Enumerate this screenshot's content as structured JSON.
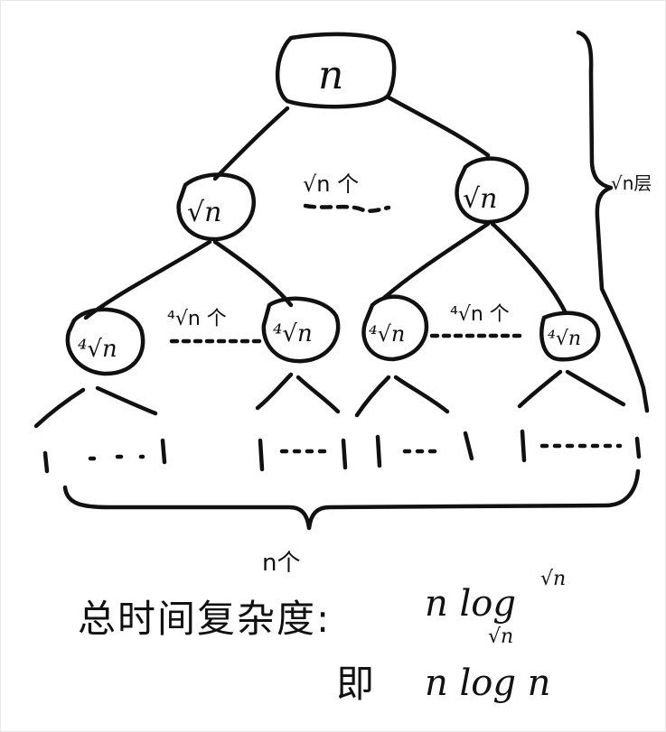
{
  "tree": {
    "root_label": "n",
    "level1_node_label": "√n",
    "level1_count_label": "√n 个",
    "level2_node_label": "⁴√n",
    "level2_count_label": "⁴√n 个",
    "leaf_count_label": "n个",
    "depth_label": "√n层"
  },
  "formula": {
    "label": "总时间复杂度:",
    "expr_main": "n log",
    "expr_base": "√n",
    "expr_exp": "√n",
    "equiv_prefix": "即",
    "equiv_expr": "n log n"
  }
}
